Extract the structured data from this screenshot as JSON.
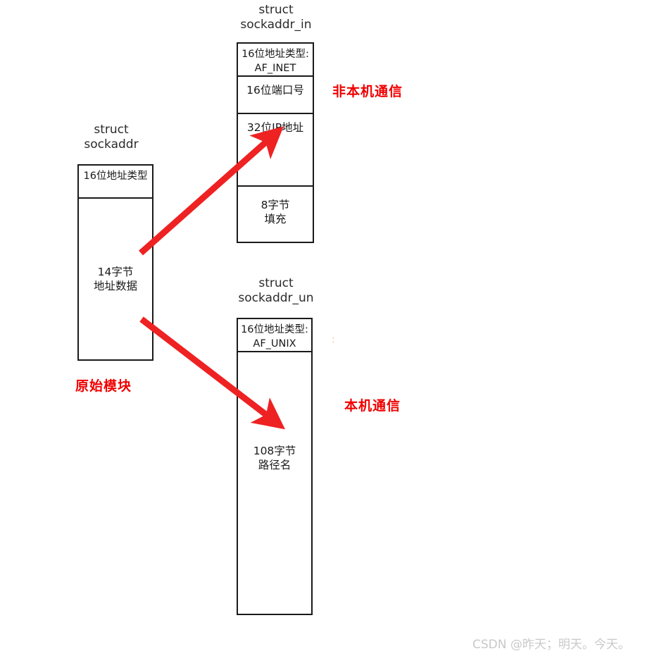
{
  "diagram": {
    "title_hidden": "",
    "structs": [
      {
        "id": "sockaddr",
        "caption": "struct\nsockaddr",
        "cells": [
          {
            "text": "16位地址类型"
          },
          {
            "text": "14字节\n地址数据"
          }
        ]
      },
      {
        "id": "sockaddr_in",
        "caption": "struct\nsockaddr_in",
        "cells": [
          {
            "text": "16位地址类型:\nAF_INET"
          },
          {
            "text": "16位端口号"
          },
          {
            "text": "32位IP地址"
          },
          {
            "text": "8字节\n填充"
          }
        ]
      },
      {
        "id": "sockaddr_un",
        "caption": "struct\nsockaddr_un",
        "cells": [
          {
            "text": "16位地址类型:\nAF_UNIX"
          },
          {
            "text": "108字节\n路径名"
          }
        ]
      }
    ],
    "annotations": [
      {
        "id": "non-local",
        "text": "非本机通信",
        "color": "#f00000"
      },
      {
        "id": "origin-module",
        "text": "原始模块",
        "color": "#f00000"
      },
      {
        "id": "local",
        "text": "本机通信",
        "color": "#f00000"
      }
    ],
    "arrows": [
      {
        "id": "arrow-to-sockaddr-in",
        "from": "struct sockaddr",
        "to": "32位IP地址",
        "color": "#ee2222"
      },
      {
        "id": "arrow-to-sockaddr-un",
        "from": "struct sockaddr",
        "to": "108字节路径名",
        "color": "#ee2222"
      }
    ],
    "artifact_mark": ":",
    "watermark": "CSDN @昨天；明天。今天。"
  }
}
